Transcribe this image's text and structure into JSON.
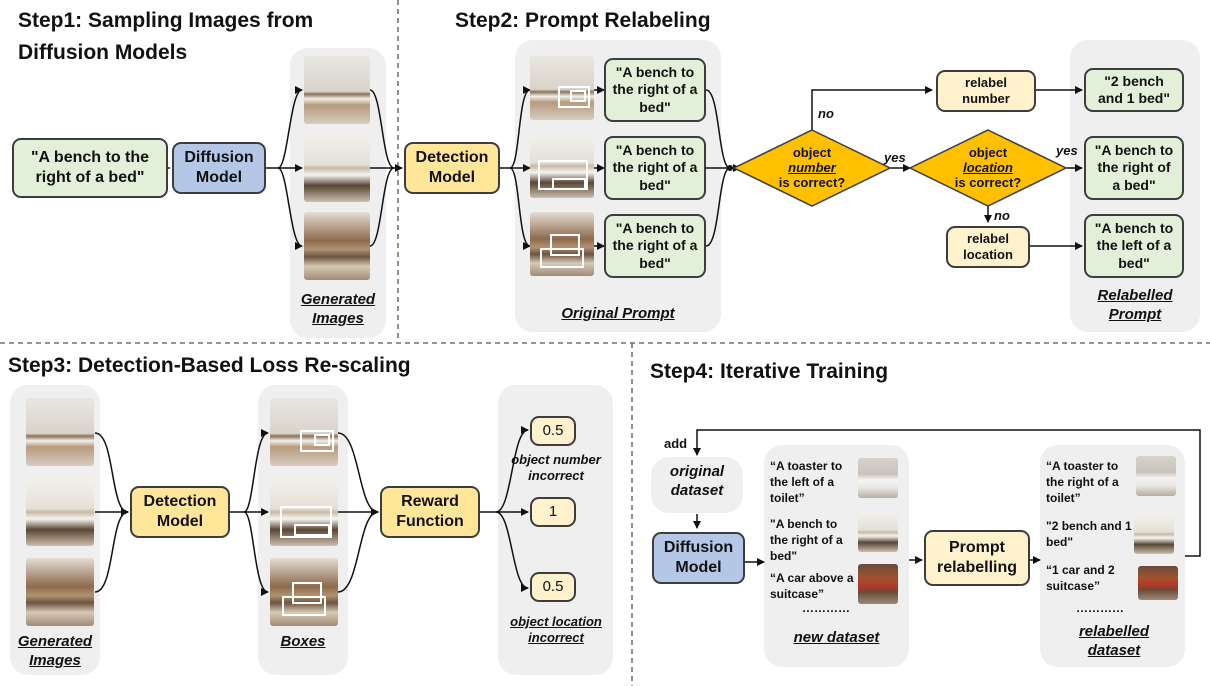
{
  "step1": {
    "title_line1": "Step1: Sampling Images from",
    "title_line2": "Diffusion Models",
    "prompt": "\"A bench to the right of a bed\"",
    "diffusion_model": "Diffusion Model",
    "generated_images_caption": "Generated Images"
  },
  "step2": {
    "title": "Step2: Prompt Relabeling",
    "detection_model": "Detection Model",
    "prompts": [
      "\"A bench to the right of a bed\"",
      "\"A bench to the right of a bed\"",
      "\"A bench to the right of a bed\""
    ],
    "original_prompt_caption": "Original Prompt",
    "decision_number": {
      "line1": "object",
      "line2": "number",
      "line3": "is correct?"
    },
    "decision_location": {
      "line1": "object",
      "line2": "location",
      "line3": "is correct?"
    },
    "no_label": "no",
    "yes_label": "yes",
    "relabel_number": "relabel number",
    "relabel_location": "relabel location",
    "relabelled_prompts": [
      "\"2 bench and 1 bed\"",
      "\"A bench to the right of a bed\"",
      "\"A bench to the left of a bed\""
    ],
    "relabelled_prompt_caption": "Relabelled Prompt"
  },
  "step3": {
    "title": "Step3: Detection-Based Loss Re-scaling",
    "detection_model": "Detection Model",
    "reward_function": "Reward Function",
    "scores": [
      "0.5",
      "1",
      "0.5"
    ],
    "number_incorrect": "object number incorrect",
    "location_incorrect": "object location incorrect",
    "generated_images_caption": "Generated Images",
    "boxes_caption": "Boxes"
  },
  "step4": {
    "title": "Step4: Iterative Training",
    "add_label": "add",
    "original_dataset": "original dataset",
    "diffusion_model": "Diffusion Model",
    "new_dataset_prompts": [
      "“A toaster to the left of a toilet”",
      "\"A bench to the right of a bed\"",
      "“A car above a suitcase”"
    ],
    "dots": "…………",
    "new_dataset_caption": "new dataset",
    "prompt_relabelling": "Prompt relabelling",
    "relabelled_prompts": [
      "“A toaster to the right of a toilet”",
      "\"2 bench and 1 bed\"",
      "“1 car and 2  suitcase”"
    ],
    "relabelled_dataset_caption": "relabelled dataset"
  },
  "colors": {
    "prompt_green": "#e2efd9",
    "model_blue": "#b4c7e7",
    "detection_yellow": "#ffe699",
    "relabel_cream": "#fff2cc",
    "panel_gray": "#efefef"
  }
}
